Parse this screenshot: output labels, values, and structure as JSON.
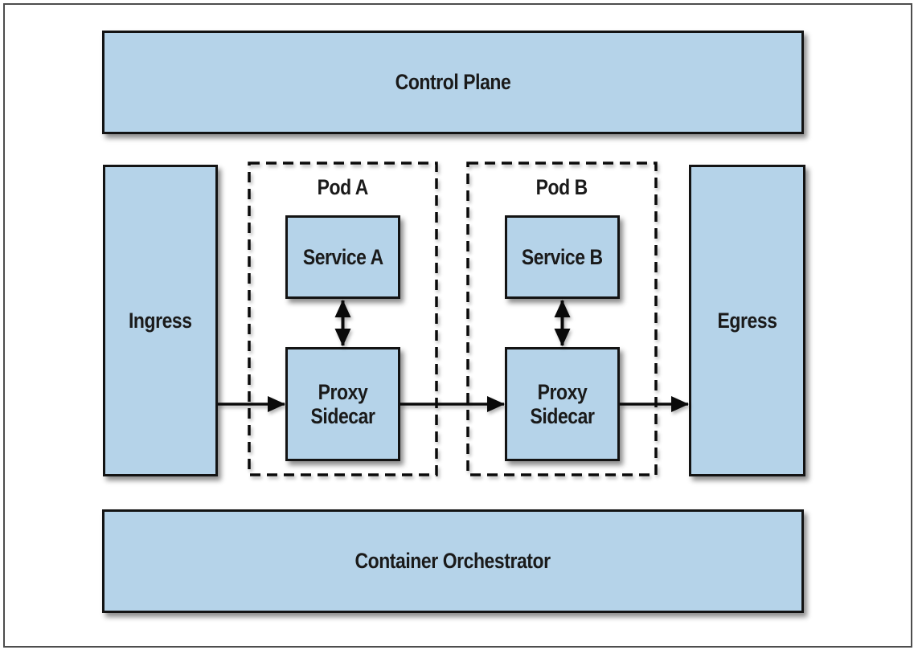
{
  "diagram": {
    "colors": {
      "node_fill": "#b5d3e9",
      "node_border": "#131313",
      "line": "#0a0a0a",
      "frame": "#4d4d4d",
      "background": "#ffffff"
    },
    "nodes": {
      "control_plane": {
        "label": "Control Plane"
      },
      "ingress": {
        "label": "Ingress"
      },
      "pod_a": {
        "label": "Pod A"
      },
      "service_a": {
        "label": "Service A"
      },
      "proxy_sidecar_a": {
        "label": "Proxy Sidecar"
      },
      "pod_b": {
        "label": "Pod B"
      },
      "service_b": {
        "label": "Service B"
      },
      "proxy_sidecar_b": {
        "label": "Proxy Sidecar"
      },
      "egress": {
        "label": "Egress"
      },
      "orchestrator": {
        "label": "Container Orchestrator"
      }
    },
    "edges": [
      {
        "from": "ingress",
        "to": "proxy_sidecar_a",
        "direction": "one-way"
      },
      {
        "from": "proxy_sidecar_a",
        "to": "proxy_sidecar_b",
        "direction": "one-way"
      },
      {
        "from": "proxy_sidecar_b",
        "to": "egress",
        "direction": "one-way"
      },
      {
        "from": "service_a",
        "to": "proxy_sidecar_a",
        "direction": "two-way"
      },
      {
        "from": "service_b",
        "to": "proxy_sidecar_b",
        "direction": "two-way"
      }
    ]
  }
}
